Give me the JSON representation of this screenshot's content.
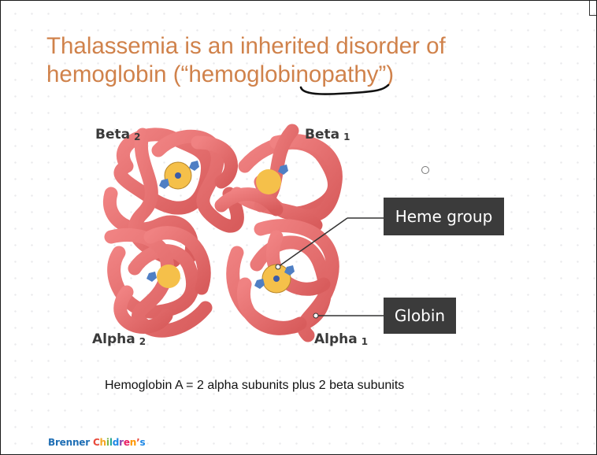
{
  "slide": {
    "title_line1": "Thalassemia is an inherited disorder of",
    "title_line2_before": "hemoglobin (“hemoglobi",
    "title_line2_underlined": "nopathy",
    "title_line2_after": "”)",
    "caption": "Hemoglobin A = 2 alpha subunits plus 2 beta subunits",
    "logo": {
      "brand": "Brenner",
      "suffix_letters": [
        "C",
        "h",
        "i",
        "l",
        "d",
        "r",
        "e",
        "n",
        "’",
        "s"
      ]
    },
    "colors": {
      "title": "#d0824b",
      "ribbon": "#e86868",
      "heme": "#f5c04a",
      "callout_bg": "#3b3b3b"
    }
  },
  "diagram": {
    "subunits": [
      {
        "name": "Beta",
        "index": "2"
      },
      {
        "name": "Beta",
        "index": "1"
      },
      {
        "name": "Alpha",
        "index": "2"
      },
      {
        "name": "Alpha",
        "index": "1"
      }
    ],
    "callouts": [
      "Heme group",
      "Globin"
    ]
  }
}
